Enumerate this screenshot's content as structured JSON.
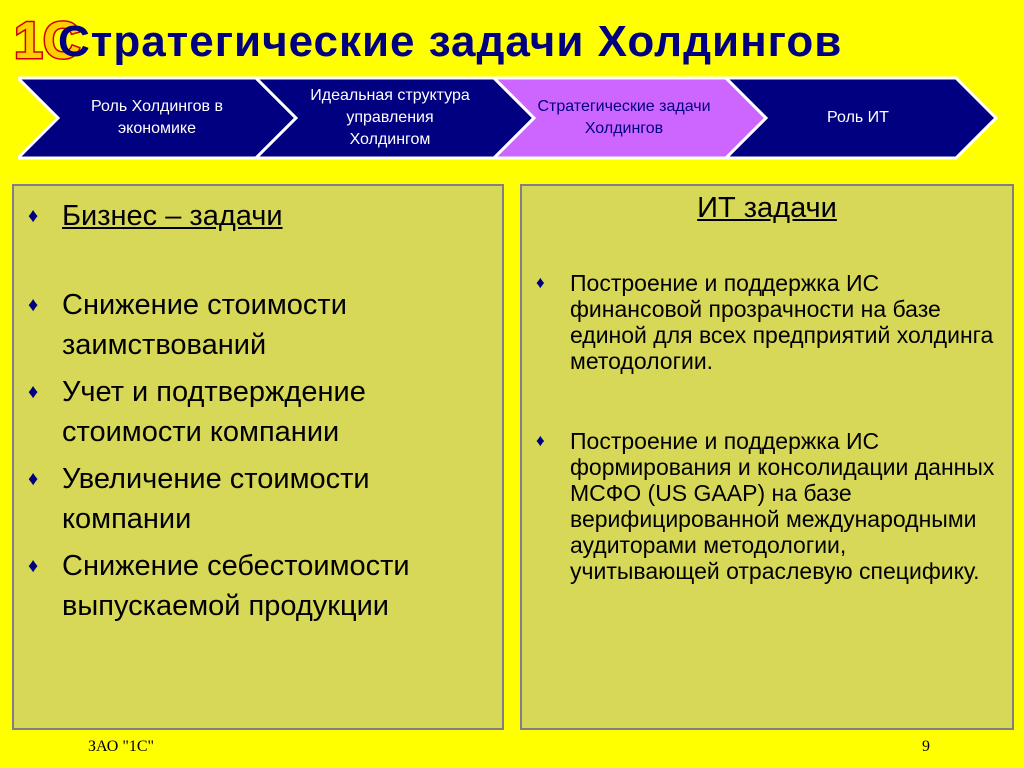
{
  "logo": {
    "text": "1С"
  },
  "title": "Стратегические задачи Холдингов",
  "steps": [
    {
      "label": "Роль Холдингов в экономике",
      "active": false
    },
    {
      "label": "Идеальная структура управления Холдингом",
      "active": false
    },
    {
      "label": "Стратегические задачи Холдингов",
      "active": true
    },
    {
      "label": "Роль ИТ",
      "active": false
    }
  ],
  "colors": {
    "background": "#FFFF00",
    "title": "#000080",
    "step_fill": "#000080",
    "step_active_fill": "#CC66FF",
    "panel": "#D8D858"
  },
  "left_panel": {
    "items": [
      "Бизнес – задачи",
      "Снижение стоимости заимствований",
      "Учет и подтверждение стоимости компании",
      "Увеличение стоимости компании",
      "Снижение себестоимости выпускаемой продукции"
    ]
  },
  "right_panel": {
    "heading": "ИТ задачи",
    "items": [
      "Построение и поддержка ИС финансовой прозрачности на базе единой для всех предприятий холдинга методологии.",
      "Построение и поддержка ИС формирования и консолидации данных МСФО (US GAAP) на базе верифицированной международными аудиторами методологии, учитывающей отраслевую специфику."
    ]
  },
  "footer": {
    "company": "ЗАО \"1С\"",
    "page": "9"
  }
}
